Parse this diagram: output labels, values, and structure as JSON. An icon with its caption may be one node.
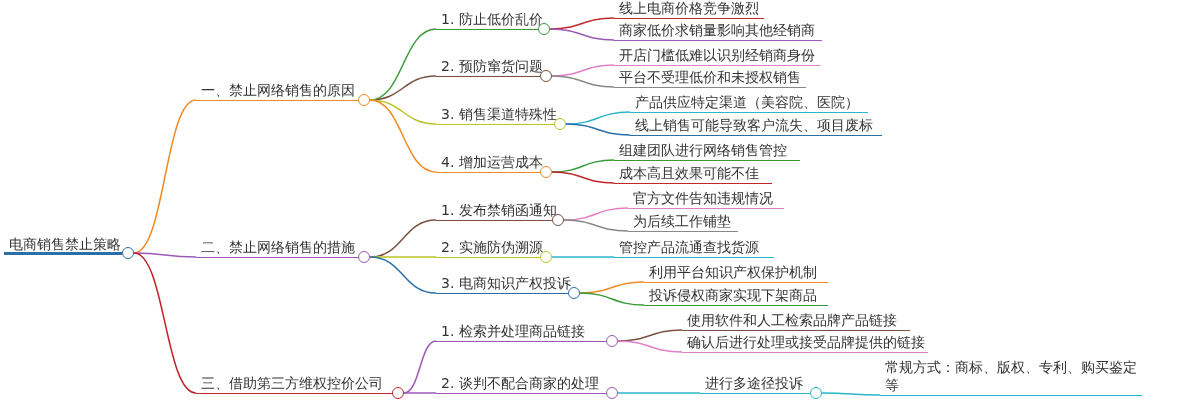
{
  "diagram": {
    "nodes": [
      {
        "text": [
          "电商销售禁止策略"
        ]
      },
      {
        "text": [
          "一、禁止网络销售的原因"
        ]
      },
      {
        "text": [
          "1. 防止低价乱价"
        ]
      },
      {
        "text": [
          "线上电商价格竞争激烈"
        ]
      },
      {
        "text": [
          "商家低价求销量影响其他经销商"
        ]
      },
      {
        "text": [
          "2. 预防窜货问题"
        ]
      },
      {
        "text": [
          "开店门槛低难以识别经销商身份"
        ]
      },
      {
        "text": [
          "平台不受理低价和未授权销售"
        ]
      },
      {
        "text": [
          "3. 销售渠道特殊性"
        ]
      },
      {
        "text": [
          "产品供应特定渠道（美容院、医院）"
        ]
      },
      {
        "text": [
          "线上销售可能导致客户流失、项目废标"
        ]
      },
      {
        "text": [
          "4. 增加运营成本"
        ]
      },
      {
        "text": [
          "组建团队进行网络销售管控"
        ]
      },
      {
        "text": [
          "成本高且效果可能不佳"
        ]
      },
      {
        "text": [
          "二、禁止网络销售的措施"
        ]
      },
      {
        "text": [
          "1. 发布禁销函通知"
        ]
      },
      {
        "text": [
          "官方文件告知违规情况"
        ]
      },
      {
        "text": [
          "为后续工作铺垫"
        ]
      },
      {
        "text": [
          "2. 实施防伪溯源"
        ]
      },
      {
        "text": [
          "管控产品流通查找货源"
        ]
      },
      {
        "text": [
          "3. 电商知识产权投诉"
        ]
      },
      {
        "text": [
          "利用平台知识产权保护机制"
        ]
      },
      {
        "text": [
          "投诉侵权商家实现下架商品"
        ]
      },
      {
        "text": [
          "三、借助第三方维权控价公司"
        ]
      },
      {
        "text": [
          "1. 检索并处理商品链接"
        ]
      },
      {
        "text": [
          "使用软件和人工检索品牌产品链接"
        ]
      },
      {
        "text": [
          "确认后进行处理或接受品牌提供的链接"
        ]
      },
      {
        "text": [
          "2. 谈判不配合商家的处理"
        ]
      },
      {
        "text": [
          "进行多途径投诉"
        ]
      },
      {
        "text": [
          "常规方式：商标、版权、专利、购买鉴定等"
        ]
      }
    ],
    "edges": [
      {
        "from": 0,
        "to": 1,
        "arrow": "none",
        "color": "#f08a24"
      },
      {
        "from": 0,
        "to": 14,
        "arrow": "none",
        "color": "#9b59b6"
      },
      {
        "from": 0,
        "to": 23,
        "arrow": "none",
        "color": "#c0272d"
      },
      {
        "from": 1,
        "to": 2,
        "arrow": "none",
        "color": "#3a9a3a"
      },
      {
        "from": 1,
        "to": 5,
        "arrow": "none",
        "color": "#7a5040"
      },
      {
        "from": 1,
        "to": 8,
        "arrow": "none",
        "color": "#b8c42a"
      },
      {
        "from": 1,
        "to": 11,
        "arrow": "none",
        "color": "#f08a24"
      },
      {
        "from": 2,
        "to": 3,
        "arrow": "none",
        "color": "#c0272d"
      },
      {
        "from": 2,
        "to": 4,
        "arrow": "none",
        "color": "#9b59b6"
      },
      {
        "from": 5,
        "to": 6,
        "arrow": "none",
        "color": "#e17fc9"
      },
      {
        "from": 5,
        "to": 7,
        "arrow": "none",
        "color": "#888888"
      },
      {
        "from": 8,
        "to": 9,
        "arrow": "none",
        "color": "#2ab7c8"
      },
      {
        "from": 8,
        "to": 10,
        "arrow": "none",
        "color": "#2a6fa8"
      },
      {
        "from": 11,
        "to": 12,
        "arrow": "none",
        "color": "#3a9a3a"
      },
      {
        "from": 11,
        "to": 13,
        "arrow": "none",
        "color": "#c0272d"
      },
      {
        "from": 14,
        "to": 15,
        "arrow": "none",
        "color": "#7a5040"
      },
      {
        "from": 14,
        "to": 18,
        "arrow": "none",
        "color": "#b8c42a"
      },
      {
        "from": 14,
        "to": 20,
        "arrow": "none",
        "color": "#2a6fa8"
      },
      {
        "from": 15,
        "to": 16,
        "arrow": "none",
        "color": "#e17fc9"
      },
      {
        "from": 15,
        "to": 17,
        "arrow": "none",
        "color": "#888888"
      },
      {
        "from": 18,
        "to": 19,
        "arrow": "none",
        "color": "#2ab7c8"
      },
      {
        "from": 20,
        "to": 21,
        "arrow": "none",
        "color": "#f08a24"
      },
      {
        "from": 20,
        "to": 22,
        "arrow": "none",
        "color": "#3a9a3a"
      },
      {
        "from": 23,
        "to": 24,
        "arrow": "none",
        "color": "#9b59b6"
      },
      {
        "from": 23,
        "to": 27,
        "arrow": "none",
        "color": "#9b59b6"
      },
      {
        "from": 24,
        "to": 25,
        "arrow": "none",
        "color": "#7a5040"
      },
      {
        "from": 24,
        "to": 26,
        "arrow": "none",
        "color": "#e17fc9"
      },
      {
        "from": 27,
        "to": 28,
        "arrow": "none",
        "color": "#2ab7c8"
      },
      {
        "from": 28,
        "to": 29,
        "arrow": "none",
        "color": "#2ab7c8"
      }
    ]
  }
}
